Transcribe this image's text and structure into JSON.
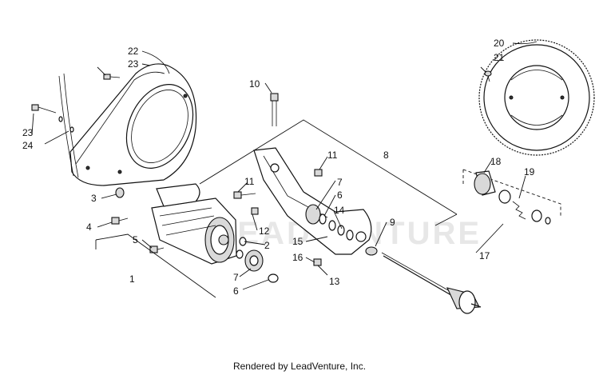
{
  "callouts": [
    {
      "id": "c22",
      "text": "22"
    },
    {
      "id": "c23a",
      "text": "23"
    },
    {
      "id": "c23b",
      "text": "23"
    },
    {
      "id": "c24",
      "text": "24"
    },
    {
      "id": "c3",
      "text": "3"
    },
    {
      "id": "c4",
      "text": "4"
    },
    {
      "id": "c5",
      "text": "5"
    },
    {
      "id": "c1",
      "text": "1"
    },
    {
      "id": "c10",
      "text": "10"
    },
    {
      "id": "c11a",
      "text": "11"
    },
    {
      "id": "c11b",
      "text": "11"
    },
    {
      "id": "c8",
      "text": "8"
    },
    {
      "id": "c7a",
      "text": "7"
    },
    {
      "id": "c6a",
      "text": "6"
    },
    {
      "id": "c14",
      "text": "14"
    },
    {
      "id": "c12",
      "text": "12"
    },
    {
      "id": "c2",
      "text": "2"
    },
    {
      "id": "c7b",
      "text": "7"
    },
    {
      "id": "c6b",
      "text": "6"
    },
    {
      "id": "c9",
      "text": "9"
    },
    {
      "id": "c15",
      "text": "15"
    },
    {
      "id": "c16",
      "text": "16"
    },
    {
      "id": "c13",
      "text": "13"
    },
    {
      "id": "c20",
      "text": "20"
    },
    {
      "id": "c21",
      "text": "21"
    },
    {
      "id": "c18",
      "text": "18"
    },
    {
      "id": "c19",
      "text": "19"
    },
    {
      "id": "c17",
      "text": "17"
    }
  ],
  "watermark": "LEADVENTURE",
  "footer": "Rendered by LeadVenture, Inc."
}
